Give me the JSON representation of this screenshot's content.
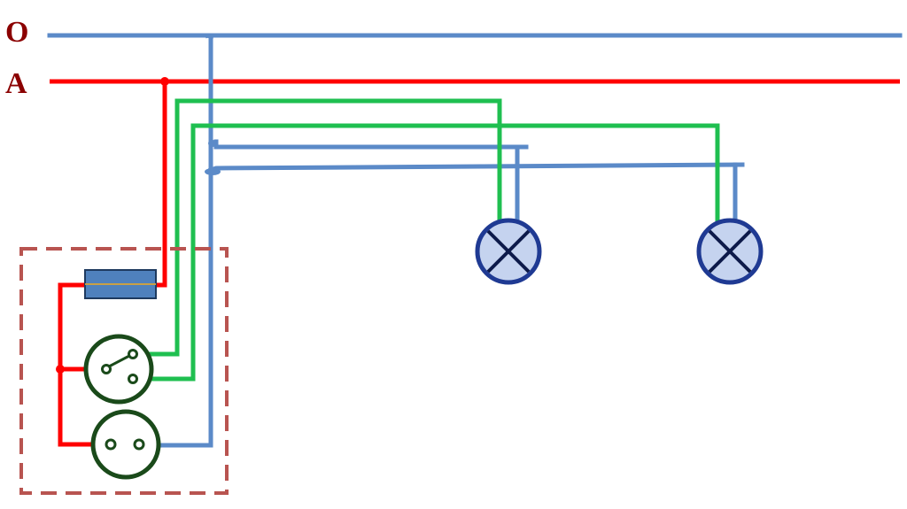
{
  "labels": {
    "neutral": "O",
    "phase": "A"
  },
  "colors": {
    "neutral_wire": "#5b8ac8",
    "phase_wire": "#ff0000",
    "switch_wire": "#1fbf50",
    "label_text": "#8b0000",
    "panel_border": "#b85450",
    "fuse_fill": "#4f81bd",
    "fuse_strip": "#c8a046",
    "device_outline": "#1a4a1a",
    "lamp_fill": "#c5d3ef",
    "lamp_outline": "#1f3a93"
  },
  "components": {
    "fuse": "fuse",
    "switch": "double-switch",
    "socket": "power-socket",
    "lamps": [
      "lamp-1",
      "lamp-2"
    ]
  }
}
